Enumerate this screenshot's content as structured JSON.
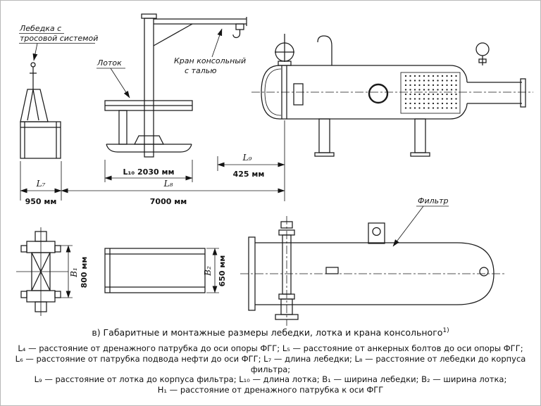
{
  "labels": {
    "winch_line1": "Лебедка с",
    "winch_line2": "тросовой системой",
    "tray": "Лоток",
    "crane_line1": "Кран консольный",
    "crane_line2": "с талью",
    "filter": "Фильтр"
  },
  "dims": {
    "l9": "L₉",
    "l9_value": "425 мм",
    "l10_label": "L₁₀ 2030 мм",
    "l8": "L₈",
    "l8_value": "7000 мм",
    "l7": "L₇",
    "l7_value": "950 мм",
    "b1": "B₁",
    "b1_value": "800 мм",
    "b2": "B₂",
    "b2_value": "650 мм"
  },
  "caption": {
    "text": "в) Габаритные и монтажные размеры лебедки, лотка и крана консольного",
    "sup": "1)"
  },
  "legend": {
    "line1": "L₄ — расстояние от дренажного патрубка до оси опоры ФГГ; L₅ — расстояние от анкерных болтов до оси опоры ФГГ;",
    "line2": "L₆ — расстояние от патрубка подвода нефти до оси ФГГ; L₇ — длина лебедки; L₈ — расстояние от лебедки до корпуса фильтра;",
    "line3": "L₉ — расстояние от лотка до корпуса фильтра; L₁₀ — длина лотка; B₁ — ширина лебедки; B₂ — ширина лотка;",
    "line4": "H₁ — расстояние от дренажного патрубка к оси ФГГ"
  }
}
